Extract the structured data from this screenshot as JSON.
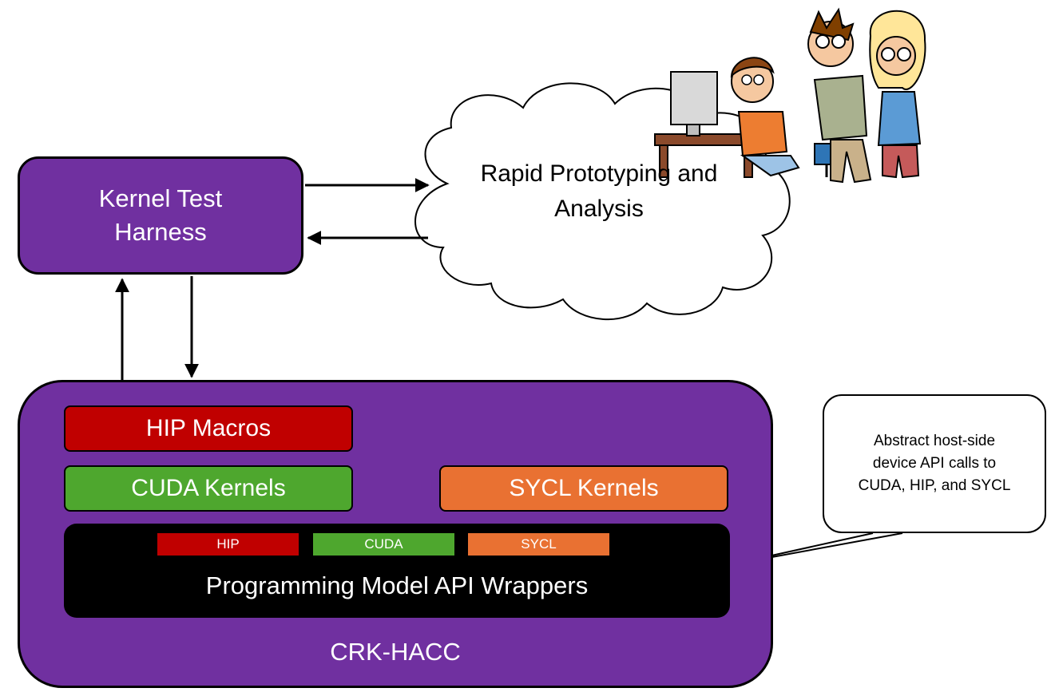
{
  "nodes": {
    "kernel_test_harness": "Kernel Test Harness",
    "rapid_prototyping": "Rapid Prototyping and Analysis",
    "crk_hacc": "CRK-HACC",
    "hip_macros": "HIP Macros",
    "cuda_kernels": "CUDA Kernels",
    "sycl_kernels": "SYCL Kernels",
    "api_wrappers": "Programming Model API Wrappers",
    "wrapper_tags": {
      "hip": "HIP",
      "cuda": "CUDA",
      "sycl": "SYCL"
    }
  },
  "callout": "Abstract host-side device API calls to CUDA, HIP, and SYCL",
  "colors": {
    "purple": "#7030a0",
    "hip_red": "#c00000",
    "cuda_green": "#4ea72e",
    "sycl_orange": "#e97132",
    "wrapper_black": "#000000"
  }
}
